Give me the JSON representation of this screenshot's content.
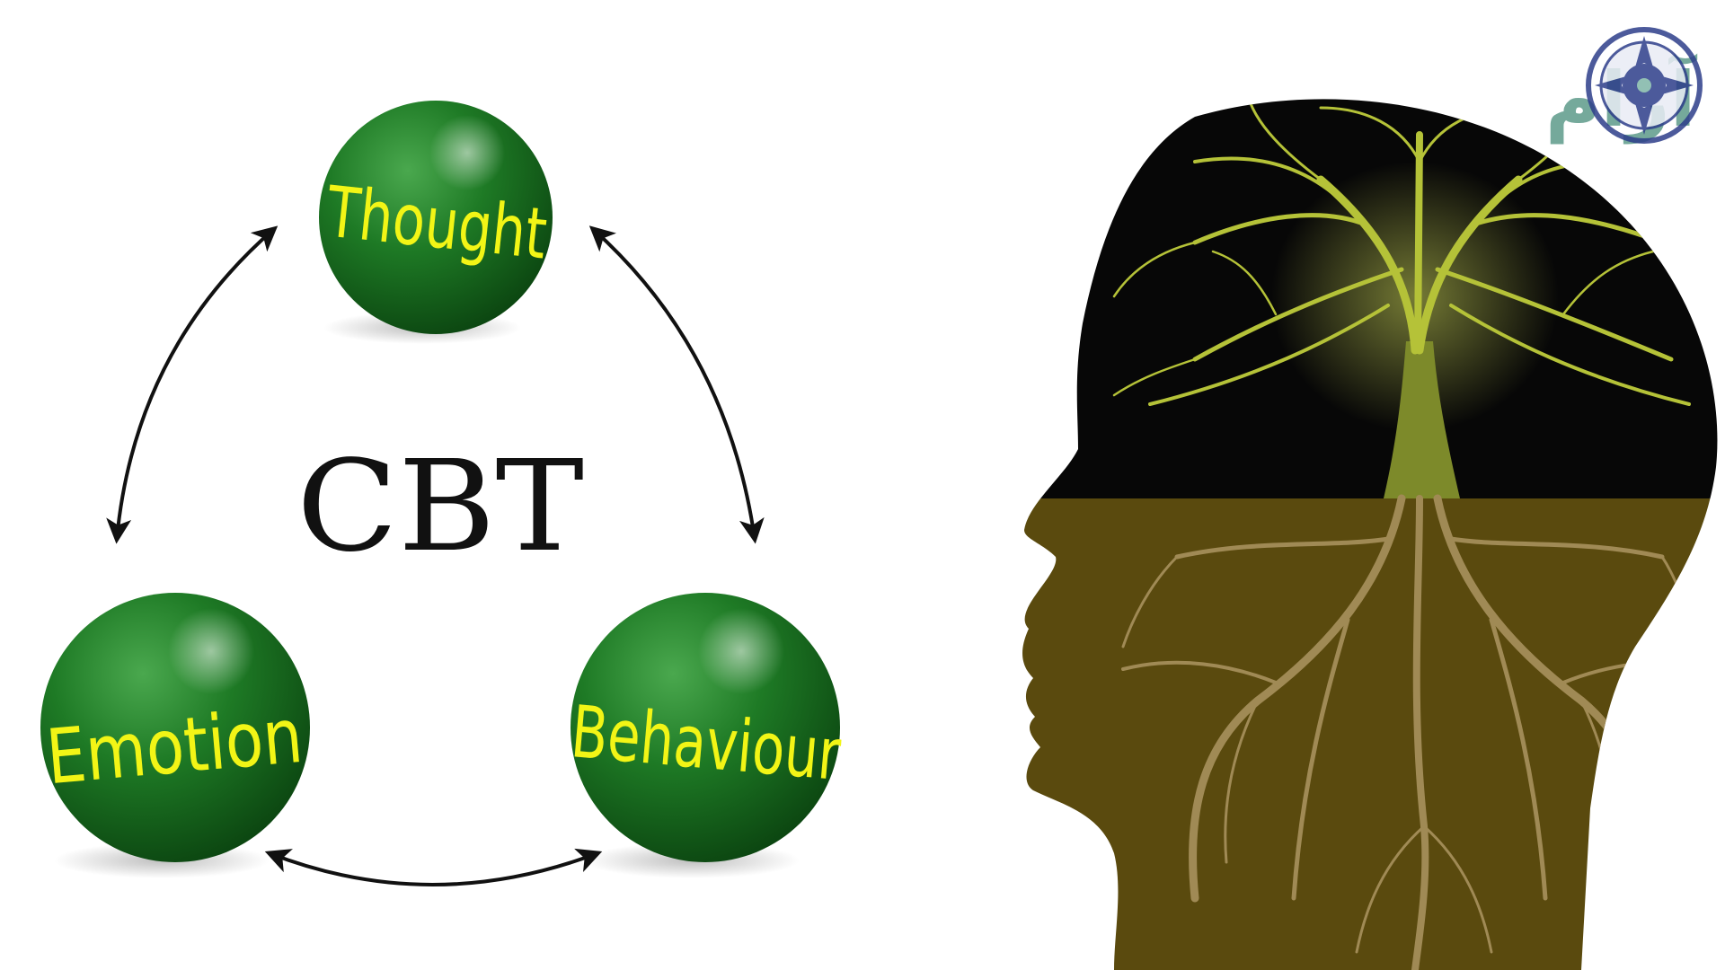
{
  "diagram": {
    "center_label": "CBT",
    "nodes": [
      {
        "id": "thought",
        "label": "Thought"
      },
      {
        "id": "emotion",
        "label": "Emotion"
      },
      {
        "id": "behaviour",
        "label": "Behaviour"
      }
    ],
    "connections": [
      {
        "from": "thought",
        "to": "emotion",
        "direction": "bidirectional"
      },
      {
        "from": "thought",
        "to": "behaviour",
        "direction": "bidirectional"
      },
      {
        "from": "emotion",
        "to": "behaviour",
        "direction": "bidirectional"
      }
    ]
  },
  "watermark": {
    "text": "نیک آرام"
  },
  "colors": {
    "ball_green": "#1e7a25",
    "ball_dark": "#0b4410",
    "label_yellow": "#f2f516",
    "head_top": "#070707",
    "head_bottom": "#5a4a0e",
    "branch_green": "#b5c238",
    "root_tan": "#a08a55",
    "watermark_teal": "#5d9a8a",
    "logo_blue": "#2d3e8a"
  }
}
